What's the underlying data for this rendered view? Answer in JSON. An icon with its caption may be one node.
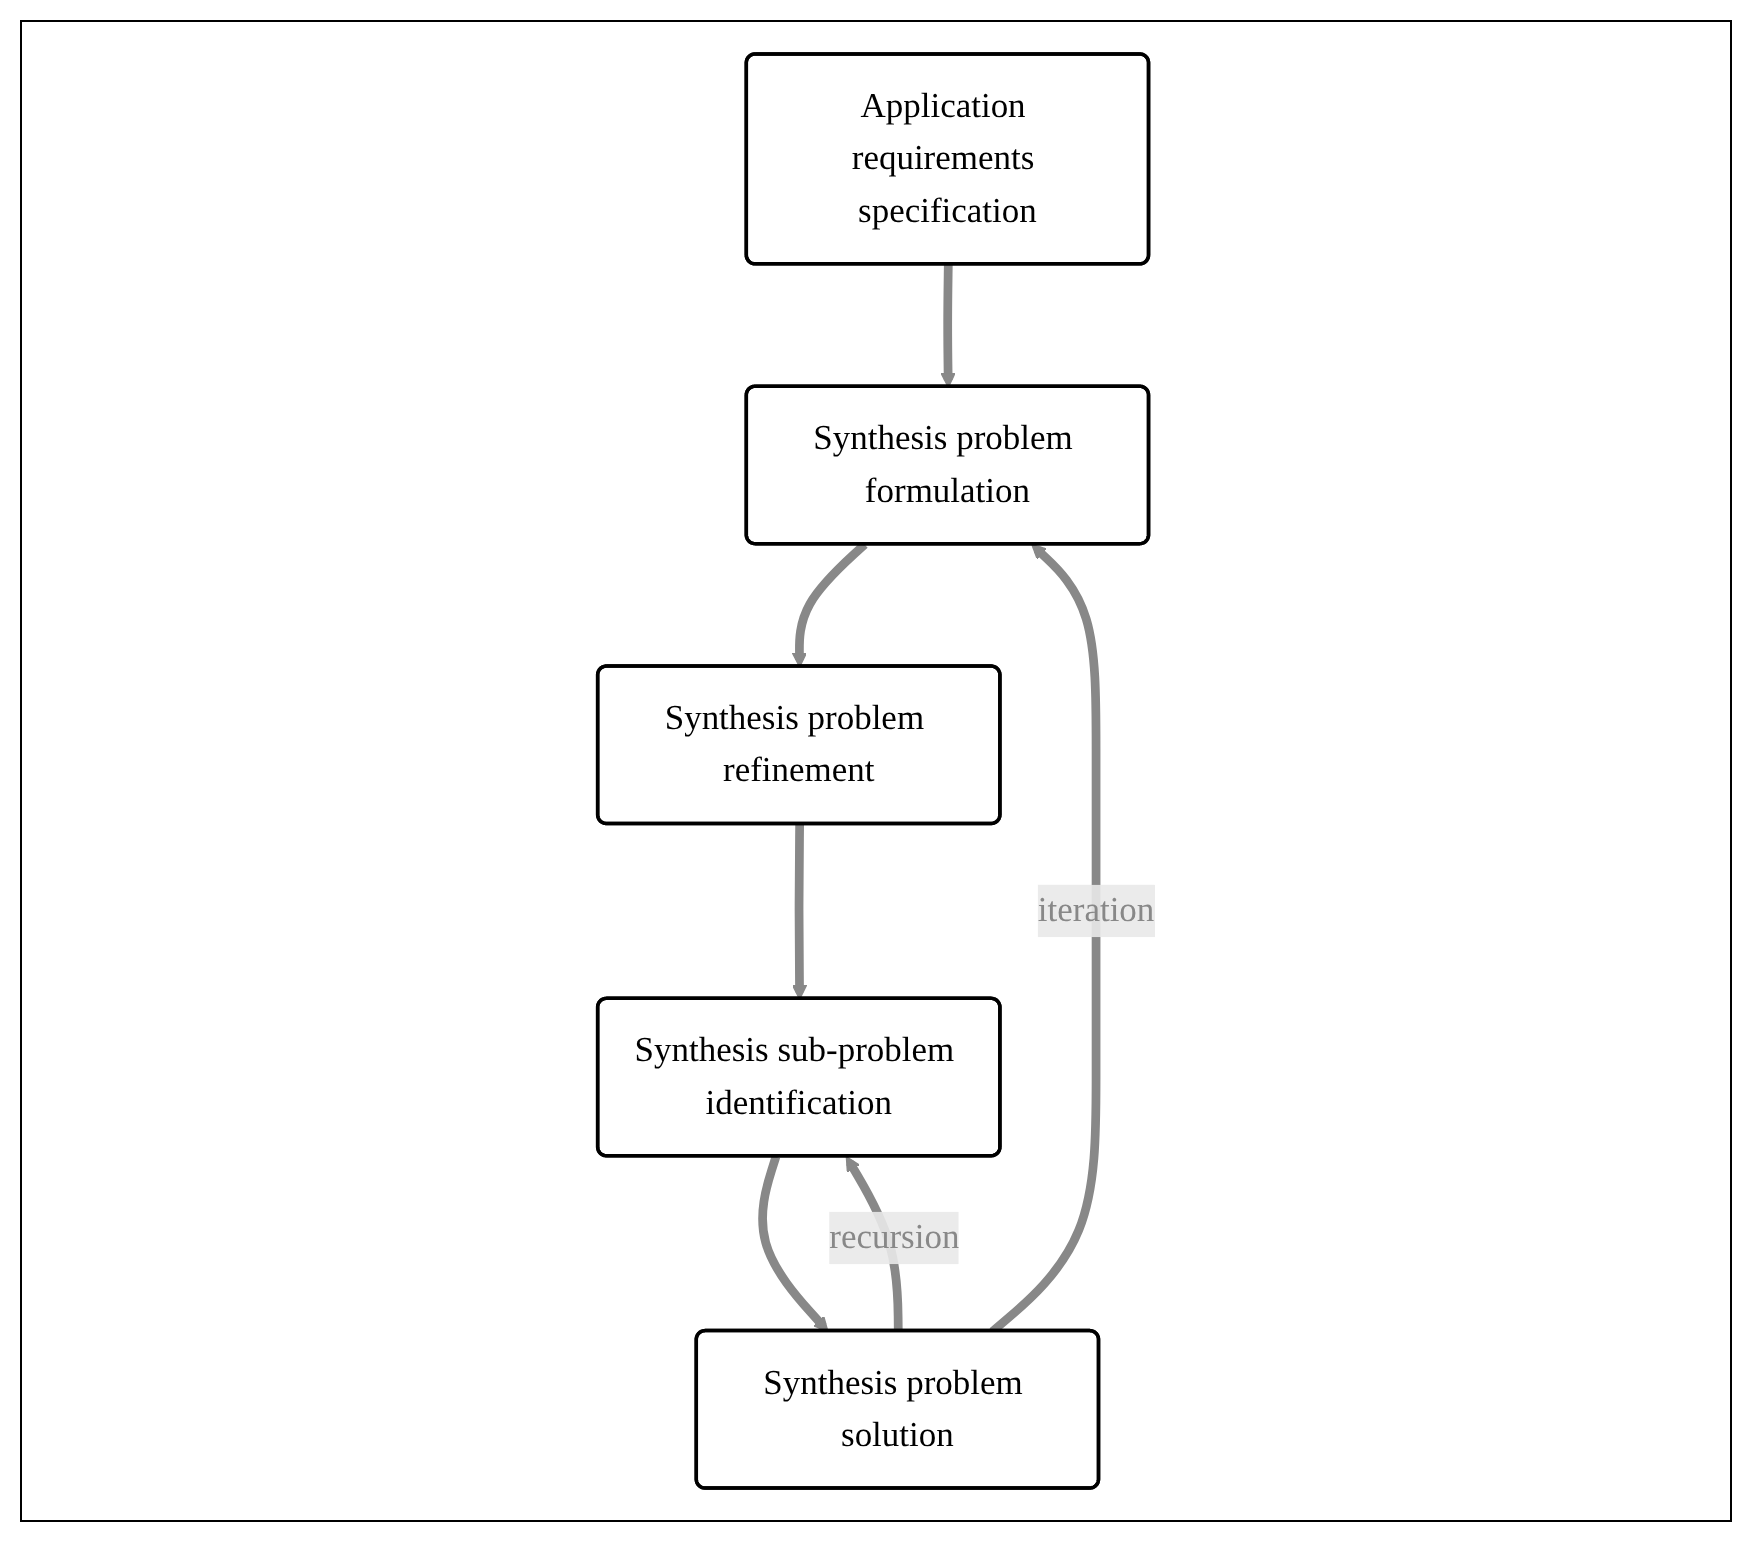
{
  "diagram": {
    "nodes": [
      {
        "text": [
          "Application requirements specification"
        ]
      },
      {
        "text": [
          "Synthesis problem formulation"
        ]
      },
      {
        "text": [
          "Synthesis problem refinement"
        ]
      },
      {
        "text": [
          "Synthesis sub-problem identification"
        ]
      },
      {
        "text": [
          "Synthesis problem solution"
        ]
      }
    ],
    "edges": [
      {
        "from": 0,
        "to": 1,
        "arrow": "to"
      },
      {
        "from": 1,
        "to": 2,
        "arrow": "to"
      },
      {
        "from": 2,
        "to": 3,
        "arrow": "to"
      },
      {
        "from": 4,
        "to": 3,
        "arrow": "to",
        "label": "recursion"
      },
      {
        "from": 3,
        "to": 4,
        "arrow": "to"
      },
      {
        "from": 4,
        "to": 1,
        "arrow": "to",
        "label": "iteration"
      }
    ]
  }
}
